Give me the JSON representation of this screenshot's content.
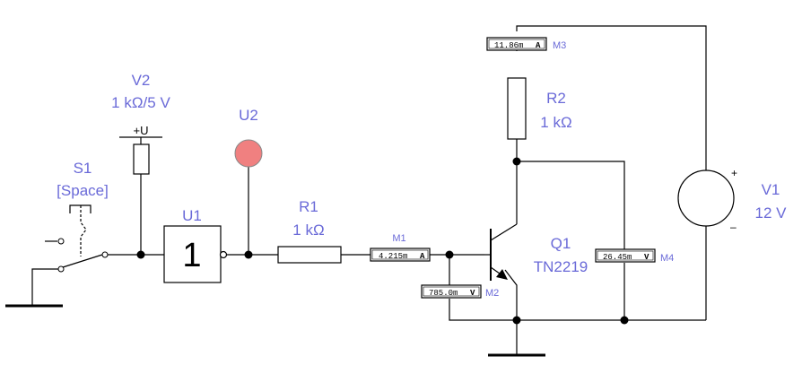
{
  "components": {
    "s1": {
      "name": "S1",
      "key": "[Space]"
    },
    "v2": {
      "name": "V2",
      "value": "1 kΩ/5 V",
      "terminal": "+U"
    },
    "u1": {
      "name": "U1",
      "symbol": "1"
    },
    "u2": {
      "name": "U2",
      "lamp_color": "#f08080"
    },
    "r1": {
      "name": "R1",
      "value": "1 kΩ"
    },
    "r2": {
      "name": "R2",
      "value": "1 kΩ"
    },
    "q1": {
      "name": "Q1",
      "type": "TN2219"
    },
    "v1": {
      "name": "V1",
      "value": "12 V",
      "plus": "+",
      "minus": "–"
    }
  },
  "meters": {
    "m1": {
      "name": "M1",
      "reading": "4.215m",
      "unit": "A"
    },
    "m2": {
      "name": "M2",
      "reading": "785.0m",
      "unit": "V"
    },
    "m3": {
      "name": "M3",
      "reading": "11.86m",
      "unit": "A"
    },
    "m4": {
      "name": "M4",
      "reading": "26.45m",
      "unit": "V"
    }
  },
  "colors": {
    "label": "#6a6ad8",
    "wire": "#000000",
    "lamp": "#f08080"
  }
}
